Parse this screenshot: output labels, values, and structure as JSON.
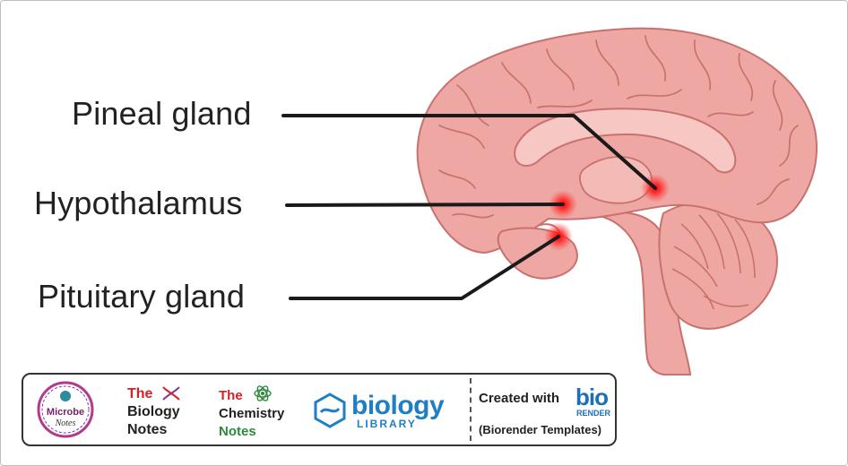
{
  "labels": {
    "pineal": "Pineal gland",
    "hypothalamus": "Hypothalamus",
    "pituitary": "Pituitary gland"
  },
  "colors": {
    "brain": "#eea7a3",
    "brain_dark": "#c9716e",
    "hotspot": "#ff1a1a",
    "leader_line": "#1a1a1a"
  },
  "footer": {
    "microbe": {
      "line1": "Microbe",
      "line2": "Notes"
    },
    "biology_notes": {
      "w1": "The",
      "w2": "Biology",
      "w3": "Notes"
    },
    "chemistry_notes": {
      "w1": "The",
      "w2": "Chemistry",
      "w3": "Notes"
    },
    "biology_library": {
      "word1": "biology",
      "word2": "LIBRARY"
    },
    "created_with": "Created with",
    "biorender": {
      "word1": "bio",
      "word2": "RENDER"
    },
    "templates": "(Biorender Templates)"
  }
}
